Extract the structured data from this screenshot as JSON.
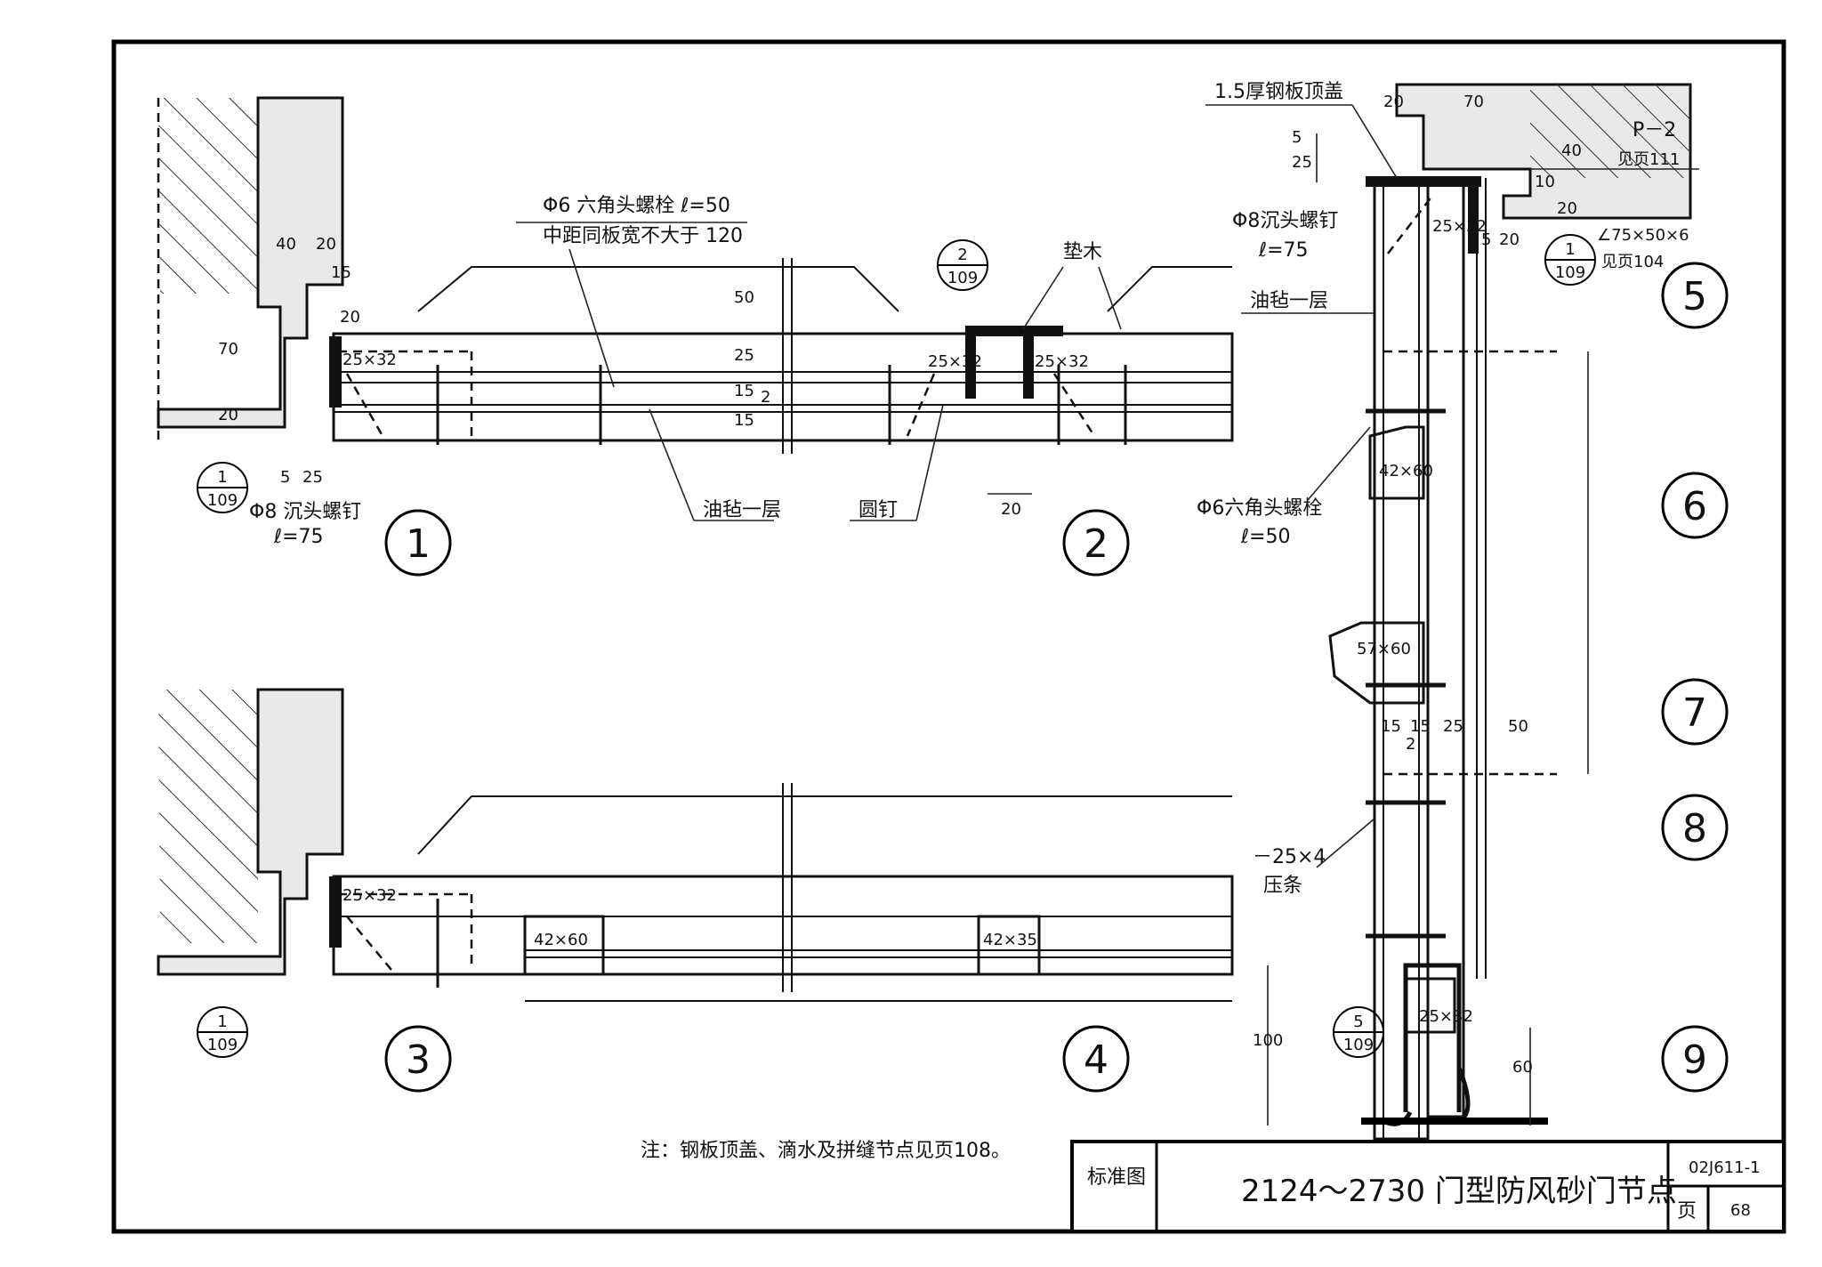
{
  "details": {
    "d1": "1",
    "d2": "2",
    "d3": "3",
    "d4": "4",
    "d5": "5",
    "d6": "6",
    "d7": "7",
    "d8": "8",
    "d9": "9"
  },
  "refs": {
    "r1_top": "1",
    "r1_bot": "109",
    "r2_top": "2",
    "r2_bot": "109",
    "r3_top": "1",
    "r3_bot": "109",
    "r4_top": "1",
    "r4_bot": "109",
    "r5_top": "1",
    "r5_bot": "109",
    "r6_top": "5",
    "r6_bot": "109"
  },
  "labels": {
    "bolt_hex_top": "Φ6 六角头螺栓 ℓ=50",
    "bolt_spacing": "中距同板宽不大于 120",
    "screw_d8": "Φ8 沉头螺钉",
    "screw_len": "ℓ=75",
    "felt_layer": "油毡一层",
    "round_nail": "圆钉",
    "wood_pad": "垫木",
    "top_plate": "1.5厚钢板顶盖",
    "screw_d8_right": "Φ8沉头螺钉",
    "screw_len_right": "ℓ=75",
    "felt_right": "油毡一层",
    "p2": "P－2",
    "see_page111": "见页111",
    "angle": "∠75×50×6",
    "see_page104": "见页104",
    "hex_bolt_right": "Φ6六角头螺栓",
    "hex_bolt_len_right": "ℓ=50",
    "strip": "－25×4",
    "strip_name": "压条"
  },
  "sections": {
    "s25x32_a": "25×32",
    "s25x32_b": "25×32",
    "s25x32_c": "25×32",
    "s25x32_d": "25×32",
    "s25x32_e": "25×32",
    "s25x32_f": "25×32",
    "s42x60_a": "42×60",
    "s42x60_b": "42×60",
    "s42x35": "42×35",
    "s57x60": "57×60"
  },
  "dims": {
    "d40": "40",
    "d20a": "20",
    "d15a": "15",
    "d20b": "20",
    "d70": "70",
    "d20c": "20",
    "d5": "5",
    "d25a": "25",
    "d50a": "50",
    "d25b": "25",
    "d15b": "15",
    "d2a": "2",
    "d15c": "15",
    "d20d": "20",
    "rt20": "20",
    "rt70": "70",
    "rt5": "5",
    "rt25": "25",
    "rt40": "40",
    "rt10": "10",
    "rt20b": "20",
    "rt5b": "5",
    "rt20c": "20",
    "rm15a": "15",
    "rm15b": "15",
    "rm25": "25",
    "rm2": "2",
    "rm50": "50",
    "rb100": "100",
    "rb60": "60"
  },
  "note": "注：钢板顶盖、滴水及拼缝节点见页108。",
  "titleblock": {
    "std": "标准图",
    "title": "2124～2730 门型防风砂门节点",
    "code": "02J611-1",
    "page_label": "页",
    "page_num": "68"
  }
}
